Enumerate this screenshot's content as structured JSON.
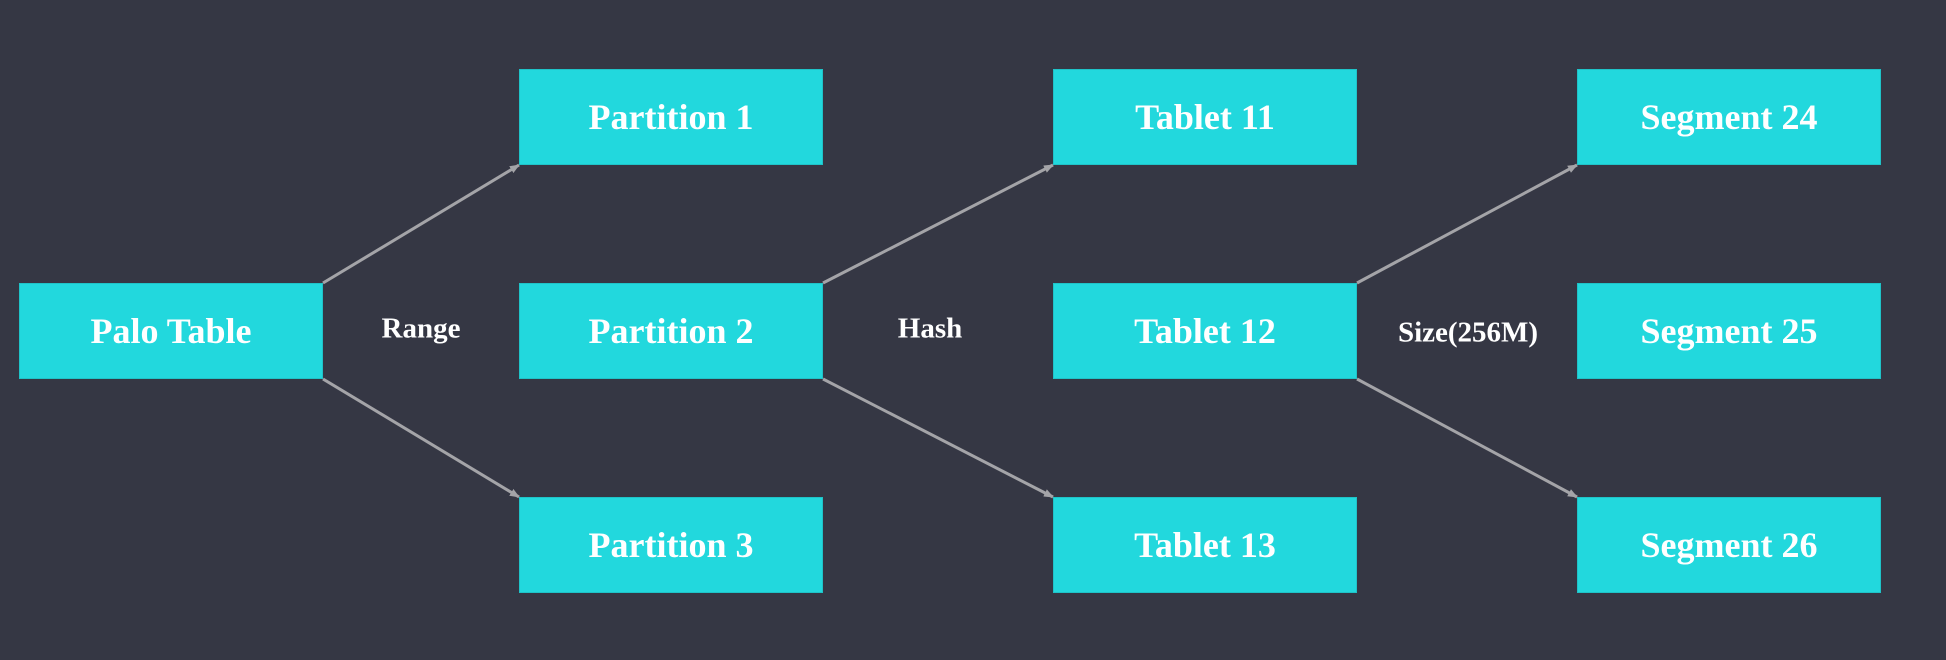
{
  "nodes": {
    "palo_table": "Palo Table",
    "partition_1": "Partition 1",
    "partition_2": "Partition 2",
    "partition_3": "Partition 3",
    "tablet_11": "Tablet 11",
    "tablet_12": "Tablet 12",
    "tablet_13": "Tablet 13",
    "segment_24": "Segment 24",
    "segment_25": "Segment 25",
    "segment_26": "Segment 26"
  },
  "edge_labels": {
    "range": "Range",
    "hash": "Hash",
    "size": "Size(256M)"
  },
  "edges": [
    {
      "from": "palo_table",
      "to": "partition_1"
    },
    {
      "from": "palo_table",
      "to": "partition_3"
    },
    {
      "from": "partition_2",
      "to": "tablet_11"
    },
    {
      "from": "partition_2",
      "to": "tablet_13"
    },
    {
      "from": "tablet_12",
      "to": "segment_24"
    },
    {
      "from": "tablet_12",
      "to": "segment_26"
    }
  ],
  "colors": {
    "background": "#353744",
    "node_fill": "#22d8dd",
    "node_text": "#ffffff",
    "edge": "#a4a4a8"
  }
}
